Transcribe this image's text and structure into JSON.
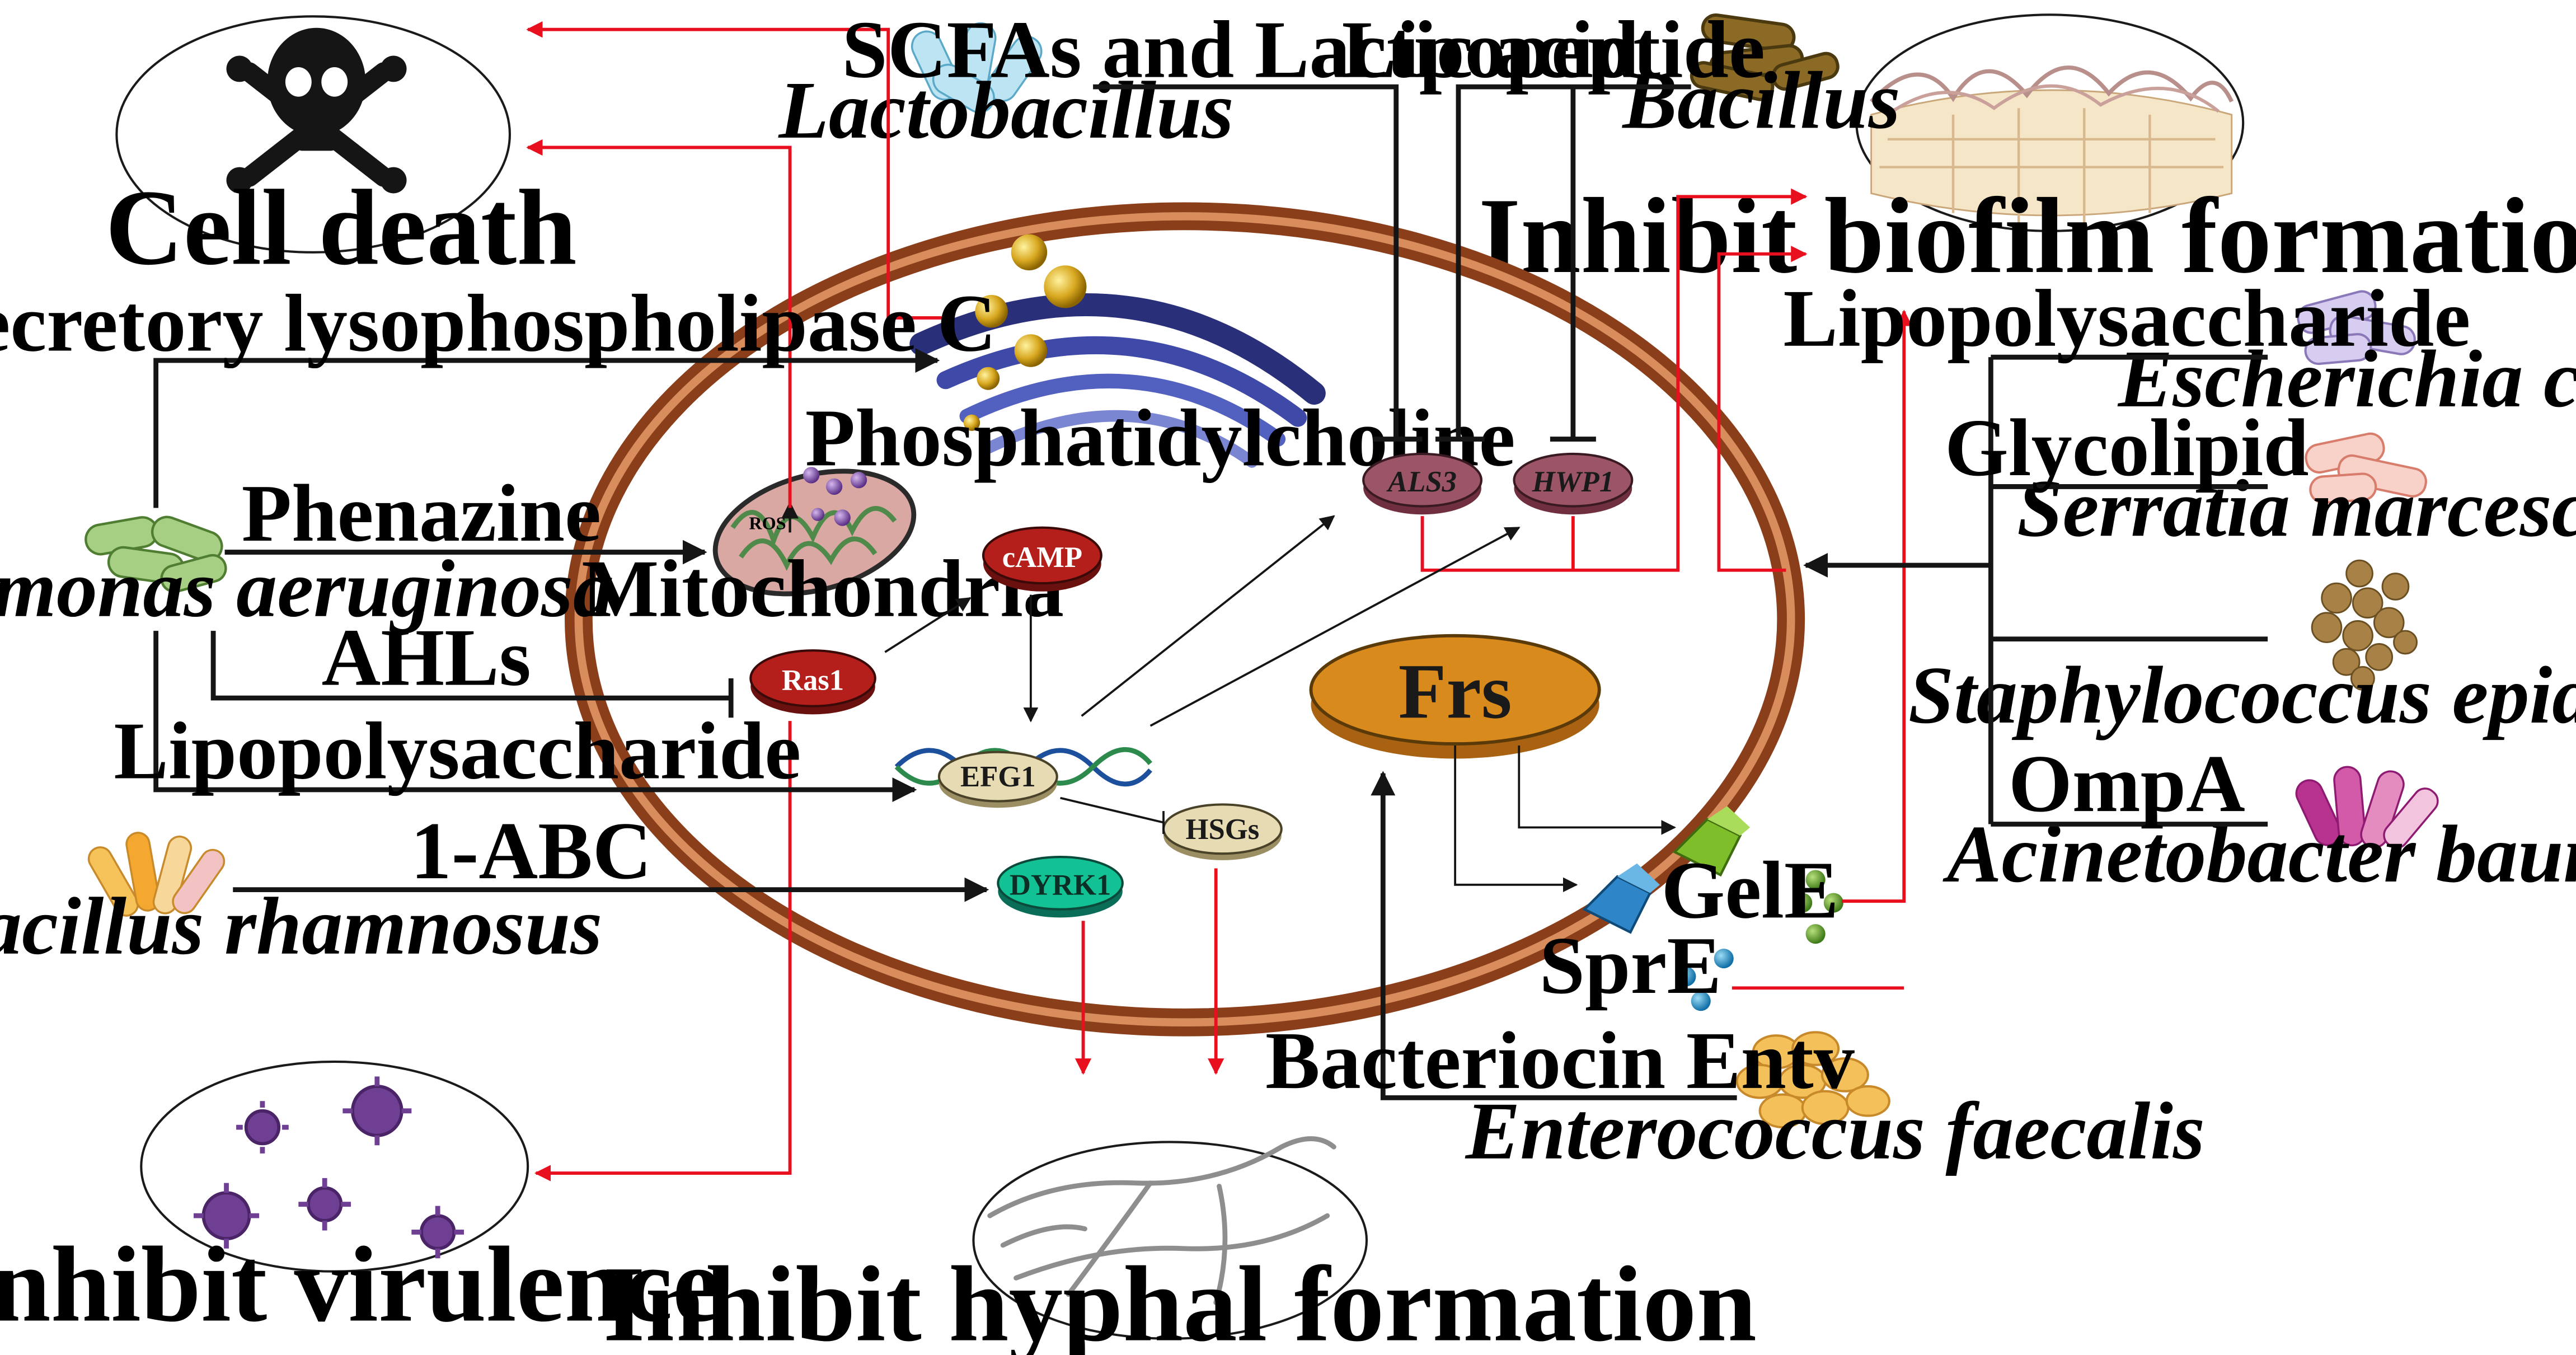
{
  "colors": {
    "activate": "#e8101e",
    "inhibit": "#151515",
    "cell_membrane": "#8b3e1a",
    "gene_box": "#9b5566",
    "red_box": "#b41f1c",
    "tan_box": "#e6dbb2",
    "frs": "#d98a1c",
    "dyrk1": "#13a383"
  },
  "outcomes": {
    "cell_death": "Cell death",
    "biofilm": "Inhibit biofilm formation",
    "virulence": "Inhibit virulence",
    "hyphal": "Inhibit hyphal formation"
  },
  "organisms": {
    "lactobacillus": "Lactobacillus",
    "bacillus": "Bacillus",
    "pseudomonas": "Pseudomonas aeruginosa",
    "l_rhamnosus": "Lactobacillus rhamnosus",
    "e_coli": "Escherichia coli",
    "serratia": "Serratia marcescens",
    "staph": "Staphylococcus epidermidis",
    "acineto": "Acinetobacter baumannii",
    "enterococcus": "Enterococcus faecalis"
  },
  "signals": {
    "scfa": "SCFAs and Lactic acid",
    "lipopeptide": "Lipopeptide",
    "slpc": "Secretory lysophospholipase C",
    "phenazine": "Phenazine",
    "ahls": "AHLs",
    "lps_pa": "Lipopolysaccharide",
    "abc": "1-ABC",
    "lps_ec": "Lipopolysaccharide",
    "glycolipid": "Glycolipid",
    "ompa": "OmpA",
    "bacteriocin": "Bacteriocin Entv"
  },
  "nodes": {
    "als3": "ALS3",
    "hwp1": "HWP1",
    "camp": "cAMP",
    "ras1": "Ras1",
    "efg1": "EFG1",
    "hsgs": "HSGs",
    "dyrk1": "DYRK1",
    "frs": "Frs",
    "gele": "GelE",
    "spre": "SprE",
    "phosphatidylcholine": "Phosphatidylcholine",
    "mitochondria": "Mitochondria",
    "ros": "ROS"
  }
}
